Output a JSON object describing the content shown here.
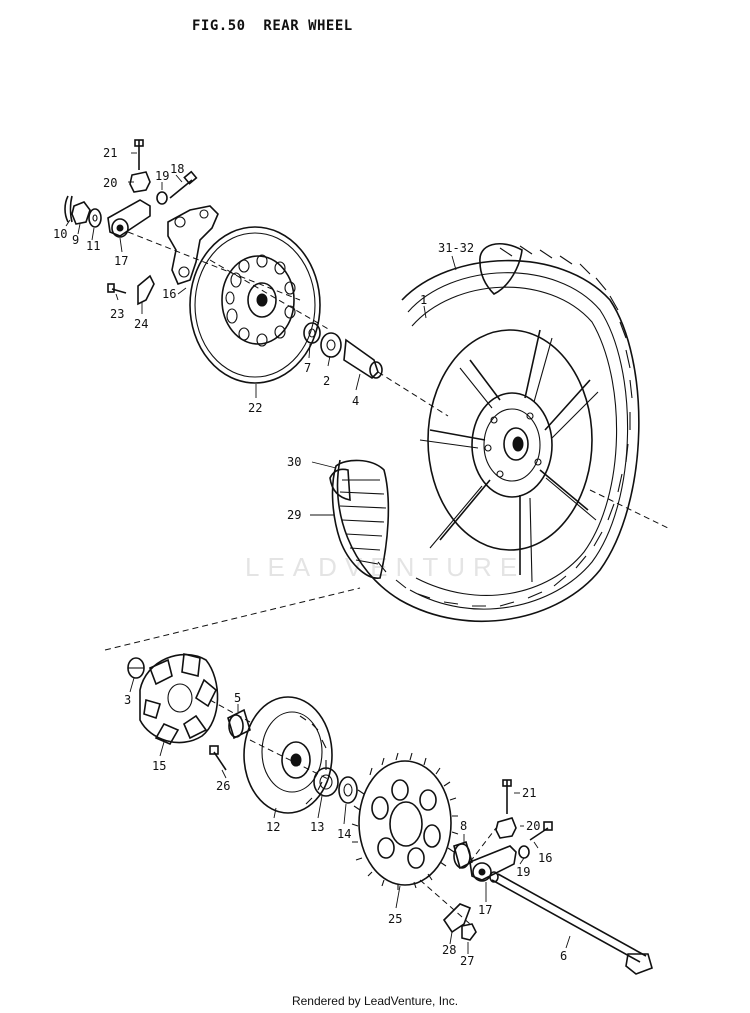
{
  "page": {
    "title": "FIG.50  REAR WHEEL",
    "footer": "Rendered by LeadVenture, Inc.",
    "watermark": "LEADVENTURE"
  },
  "callouts": [
    {
      "id": "c-21a",
      "label": "21"
    },
    {
      "id": "c-20a",
      "label": "20"
    },
    {
      "id": "c-19a",
      "label": "19"
    },
    {
      "id": "c-18",
      "label": "18"
    },
    {
      "id": "c-10",
      "label": "10"
    },
    {
      "id": "c-9",
      "label": "9"
    },
    {
      "id": "c-11",
      "label": "11"
    },
    {
      "id": "c-17a",
      "label": "17"
    },
    {
      "id": "c-16a",
      "label": "16"
    },
    {
      "id": "c-23",
      "label": "23"
    },
    {
      "id": "c-24",
      "label": "24"
    },
    {
      "id": "c-22",
      "label": "22"
    },
    {
      "id": "c-7",
      "label": "7"
    },
    {
      "id": "c-2",
      "label": "2"
    },
    {
      "id": "c-4",
      "label": "4"
    },
    {
      "id": "c-3132",
      "label": "31-32"
    },
    {
      "id": "c-1",
      "label": "1"
    },
    {
      "id": "c-30",
      "label": "30"
    },
    {
      "id": "c-29",
      "label": "29"
    },
    {
      "id": "c-3",
      "label": "3"
    },
    {
      "id": "c-15",
      "label": "15"
    },
    {
      "id": "c-5",
      "label": "5"
    },
    {
      "id": "c-26",
      "label": "26"
    },
    {
      "id": "c-12",
      "label": "12"
    },
    {
      "id": "c-13",
      "label": "13"
    },
    {
      "id": "c-14",
      "label": "14"
    },
    {
      "id": "c-25",
      "label": "25"
    },
    {
      "id": "c-8",
      "label": "8"
    },
    {
      "id": "c-21b",
      "label": "21"
    },
    {
      "id": "c-20b",
      "label": "20"
    },
    {
      "id": "c-16b",
      "label": "16"
    },
    {
      "id": "c-19b",
      "label": "19"
    },
    {
      "id": "c-17b",
      "label": "17"
    },
    {
      "id": "c-28",
      "label": "28"
    },
    {
      "id": "c-27",
      "label": "27"
    },
    {
      "id": "c-6",
      "label": "6"
    }
  ]
}
